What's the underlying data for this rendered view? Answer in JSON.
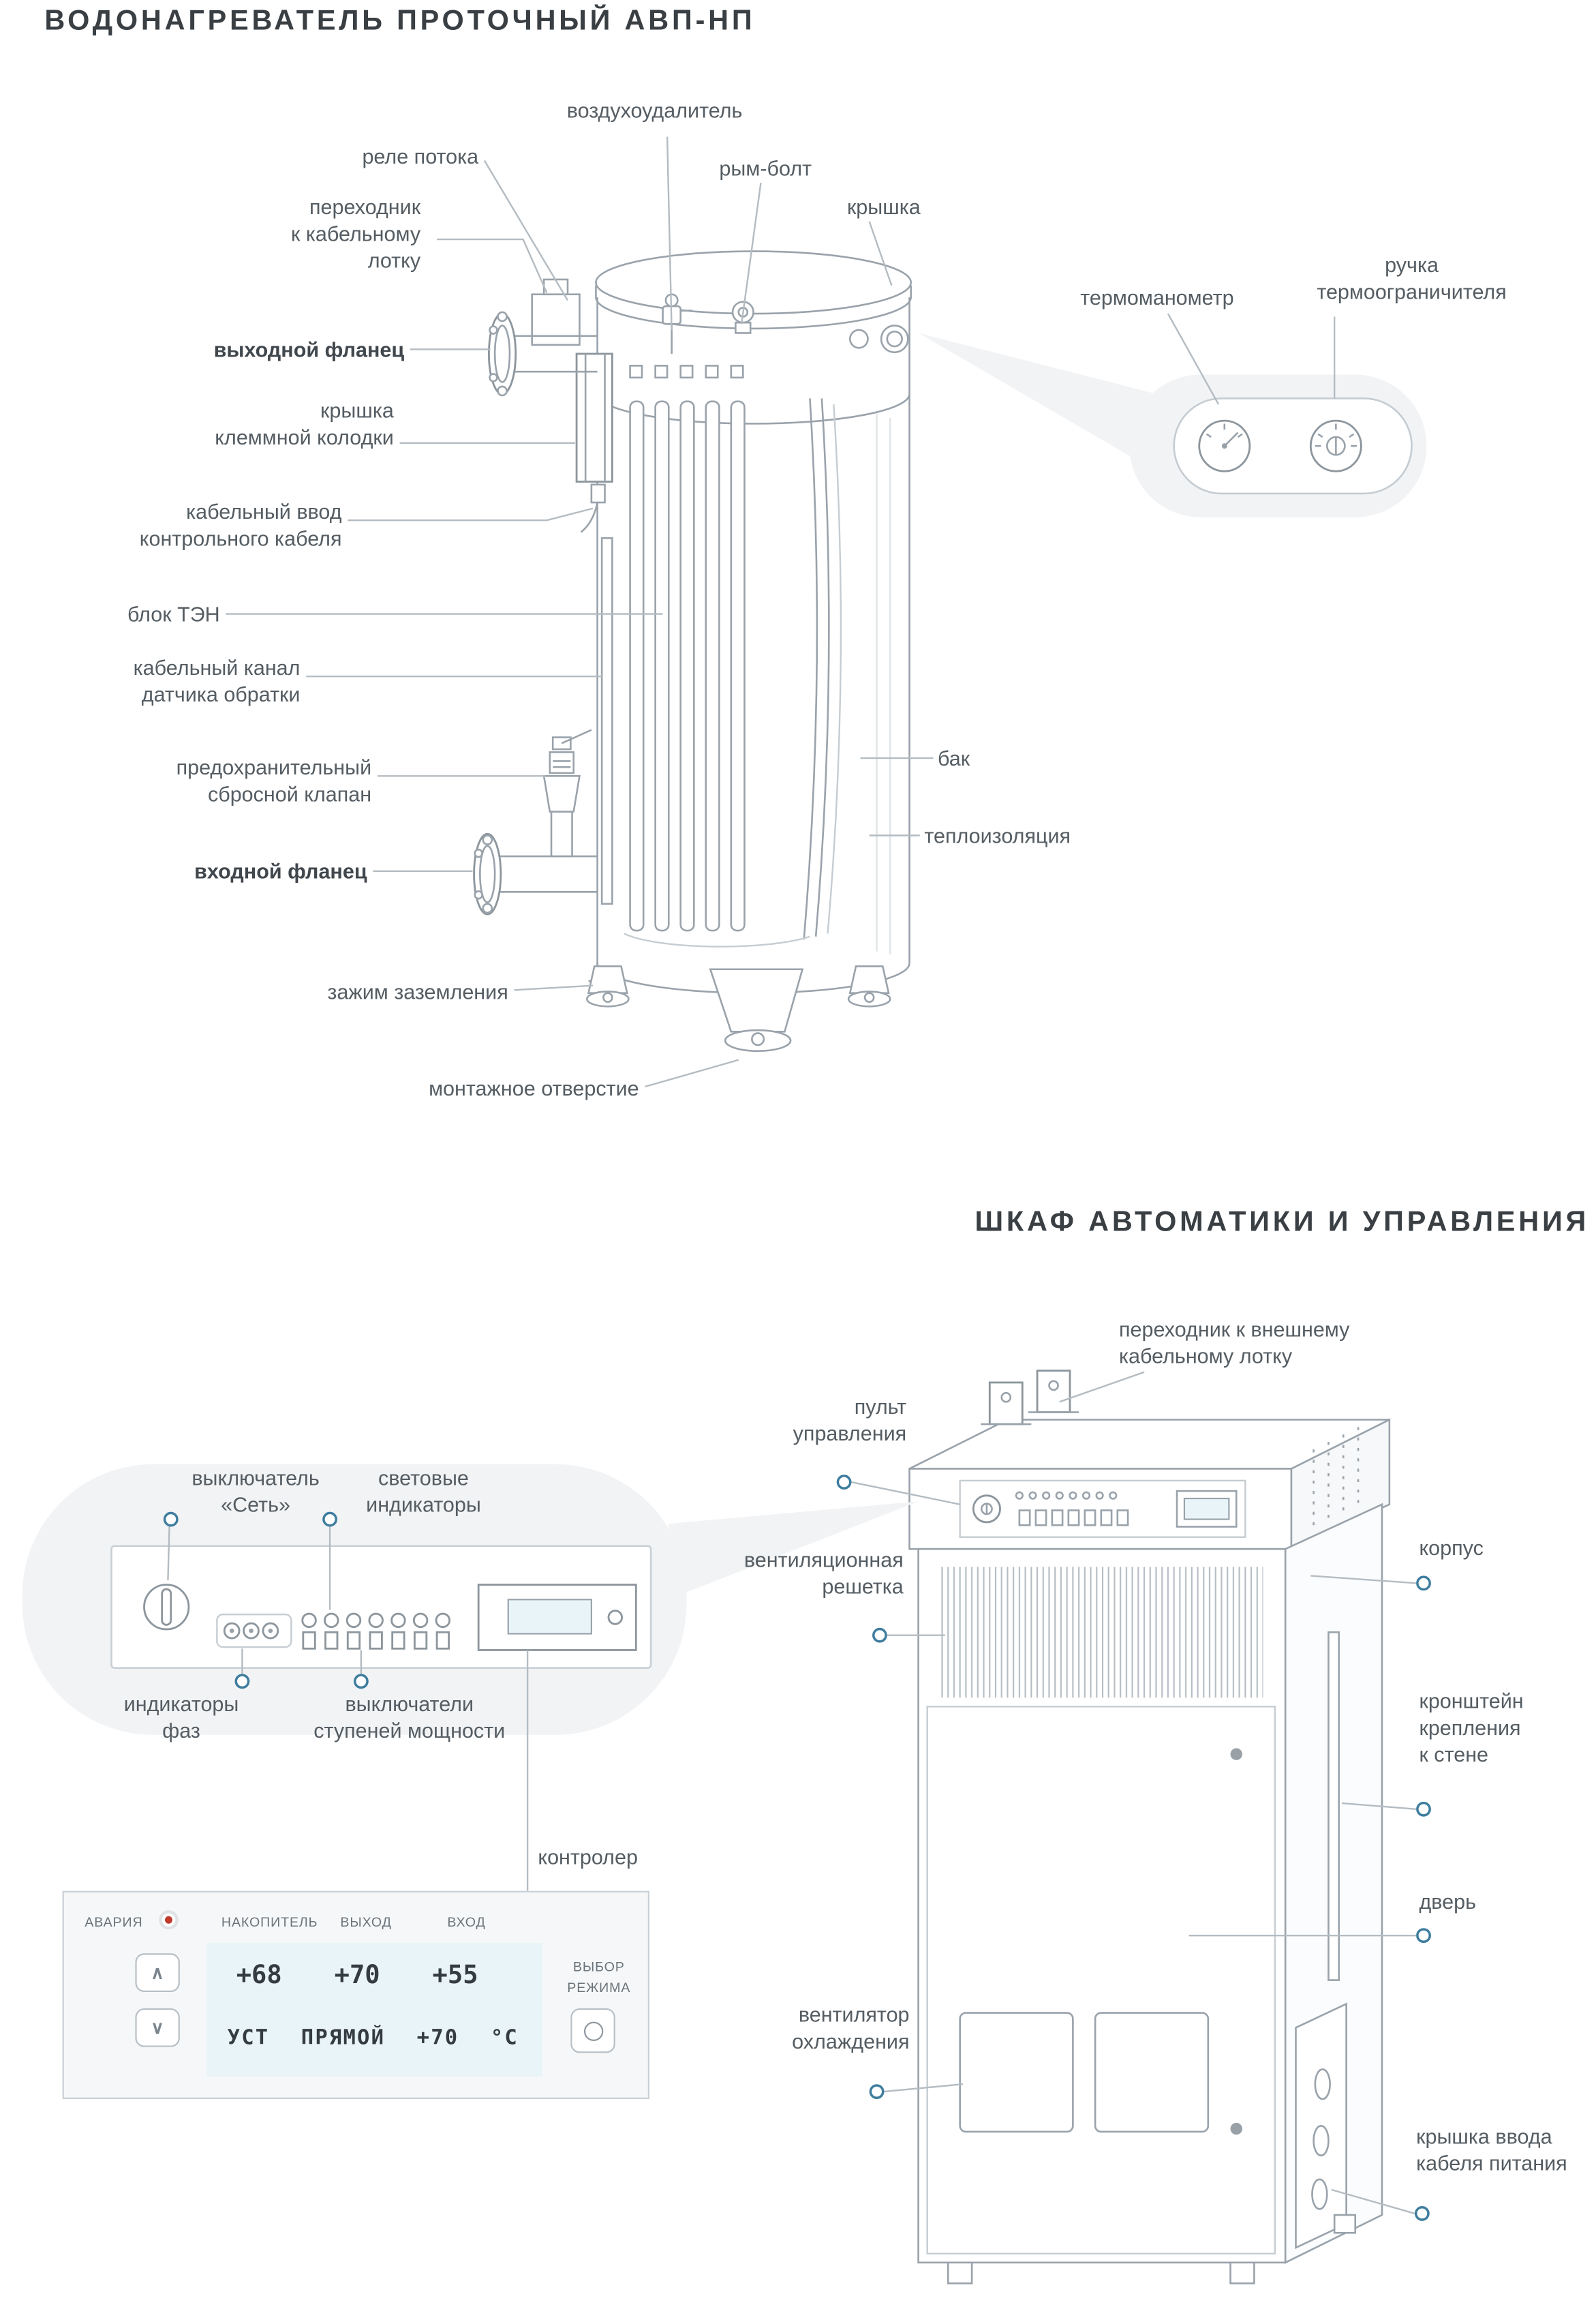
{
  "heater": {
    "title": "ВОДОНАГРЕВАТЕЛЬ ПРОТОЧНЫЙ АВП-НП",
    "labels": {
      "air_vent": "воздухоудалитель",
      "flow_relay": "реле потока",
      "cable_tray_adapter": "переходник\nк кабельному\nлотку",
      "outlet_flange": "выходной фланец",
      "terminal_cover": "крышка\nклеммной колодки",
      "control_cable_entry": "кабельный ввод\nконтрольного кабеля",
      "heating_block": "блок ТЭН",
      "return_sensor_channel": "кабельный канал\nдатчика обратки",
      "safety_valve": "предохранительный\nсбросной клапан",
      "inlet_flange": "входной фланец",
      "ground_clamp": "зажим заземления",
      "mounting_hole": "монтажное отверстие",
      "eye_bolt": "рым-болт",
      "lid": "крышка",
      "thermomanometer": "термоманометр",
      "limiter_handle": "ручка\nтермоограничителя",
      "tank": "бак",
      "insulation": "теплоизоляция"
    }
  },
  "cabinet": {
    "title": "ШКАФ АВТОМАТИКИ И УПРАВЛЕНИЯ",
    "labels": {
      "external_tray_adapter": "переходник к внешнему\nкабельному лотку",
      "control_panel": "пульт\nуправления",
      "vent_grille": "вентиляционная\nрешетка",
      "enclosure": "корпус",
      "wall_bracket": "кронштейн\nкрепления\nк стене",
      "door": "дверь",
      "cooling_fan": "вентилятор\nохлаждения",
      "power_cable_cover": "крышка ввода\nкабеля питания"
    },
    "callout": {
      "power_switch": "выключатель\n«Сеть»",
      "light_indicators": "световые\nиндикаторы",
      "phase_indicators": "индикаторы\nфаз",
      "stage_switches": "выключатели\nступеней мощности",
      "controller": "контролер"
    }
  },
  "controller": {
    "alarm_label": "АВАРИЯ",
    "col_storage": "НАКОПИТЕЛЬ",
    "col_output": "ВЫХОД",
    "col_input": "ВХОД",
    "storage_value": "+68",
    "output_value": "+70",
    "input_value": "+55",
    "set_label": "УСТ",
    "mode_value": "ПРЯМОЙ",
    "set_value": "+70",
    "unit": "°С",
    "mode_select": "ВЫБОР\nРЕЖИМА",
    "chevron_up": "∧",
    "chevron_down": "∨"
  },
  "colors": {
    "accent_dot": "#3e7d9e",
    "alarm_red": "#c0392b",
    "display_bg": "#e9f4f9",
    "line_gray": "#b4bcc2"
  }
}
